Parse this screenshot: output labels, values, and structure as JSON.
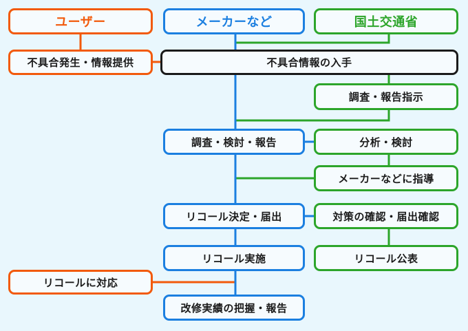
{
  "colors": {
    "user": "#f25a0c",
    "maker": "#1b7fe0",
    "ministry": "#2ca52a",
    "shared": "#1a1a1a",
    "background": "#e9f7fd"
  },
  "headers": {
    "user": "ユーザー",
    "maker": "メーカーなど",
    "ministry": "国土交通省"
  },
  "nodes": {
    "user_report": "不具合発生・情報提供",
    "info_receipt": "不具合情報の入手",
    "investigation_order": "調査・報告指示",
    "maker_investigation": "調査・検討・報告",
    "analysis": "分析・検討",
    "guidance": "メーカーなどに指導",
    "recall_decision": "リコール決定・届出",
    "measures_check": "対策の確認・届出確認",
    "recall_execution": "リコール実施",
    "recall_announcement": "リコール公表",
    "user_response": "リコールに対応",
    "repair_report": "改修実績の把握・報告"
  }
}
